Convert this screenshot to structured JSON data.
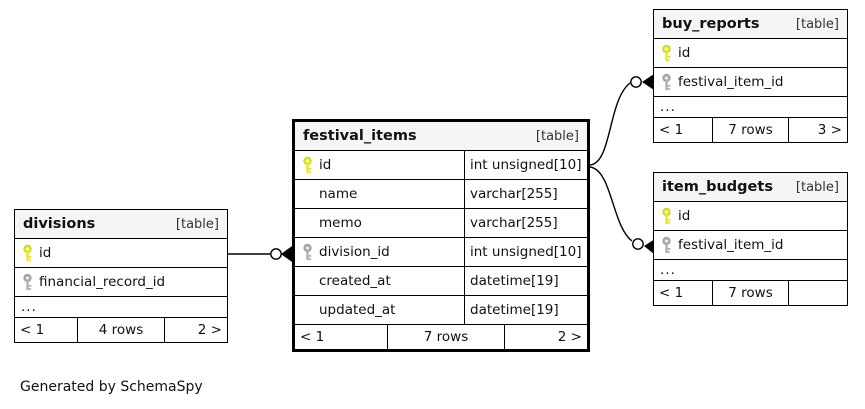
{
  "caption": "Generated by SchemaSpy",
  "icons": {
    "primary_key": "key-icon-primary",
    "foreign_key": "key-icon-foreign"
  },
  "colors": {
    "primary_key": "#e8e81c",
    "foreign_key": "#b0b0b0",
    "header_bg": "#f5f5f5",
    "border": "#000000",
    "background": "#ffffff"
  },
  "tables": {
    "festival_items": {
      "name": "festival_items",
      "kind": "[table]",
      "columns": [
        {
          "name": "id",
          "type": "int unsigned[10]",
          "key": "primary"
        },
        {
          "name": "name",
          "type": "varchar[255]",
          "key": "none"
        },
        {
          "name": "memo",
          "type": "varchar[255]",
          "key": "none"
        },
        {
          "name": "division_id",
          "type": "int unsigned[10]",
          "key": "foreign"
        },
        {
          "name": "created_at",
          "type": "datetime[19]",
          "key": "none"
        },
        {
          "name": "updated_at",
          "type": "datetime[19]",
          "key": "none"
        }
      ],
      "footer": {
        "prev": "< 1",
        "rows": "7 rows",
        "next": "2 >"
      }
    },
    "divisions": {
      "name": "divisions",
      "kind": "[table]",
      "columns": [
        {
          "name": "id",
          "type": "",
          "key": "primary"
        },
        {
          "name": "financial_record_id",
          "type": "",
          "key": "foreign"
        }
      ],
      "ellipsis": "...",
      "footer": {
        "prev": "< 1",
        "rows": "4 rows",
        "next": "2 >"
      }
    },
    "buy_reports": {
      "name": "buy_reports",
      "kind": "[table]",
      "columns": [
        {
          "name": "id",
          "type": "",
          "key": "primary"
        },
        {
          "name": "festival_item_id",
          "type": "",
          "key": "foreign"
        }
      ],
      "ellipsis": "...",
      "footer": {
        "prev": "< 1",
        "rows": "7 rows",
        "next": "3 >"
      }
    },
    "item_budgets": {
      "name": "item_budgets",
      "kind": "[table]",
      "columns": [
        {
          "name": "id",
          "type": "",
          "key": "primary"
        },
        {
          "name": "festival_item_id",
          "type": "",
          "key": "foreign"
        }
      ],
      "ellipsis": "...",
      "footer": {
        "prev": "< 1",
        "rows": "7 rows",
        "next": ""
      }
    }
  },
  "relationships": [
    {
      "from": "divisions.id",
      "to": "festival_items.division_id",
      "from_card": "one",
      "to_card": "zero-or-many"
    },
    {
      "from": "festival_items.id",
      "to": "buy_reports.festival_item_id",
      "from_card": "one",
      "to_card": "zero-or-many"
    },
    {
      "from": "festival_items.id",
      "to": "item_budgets.festival_item_id",
      "from_card": "one",
      "to_card": "zero-or-many"
    }
  ]
}
